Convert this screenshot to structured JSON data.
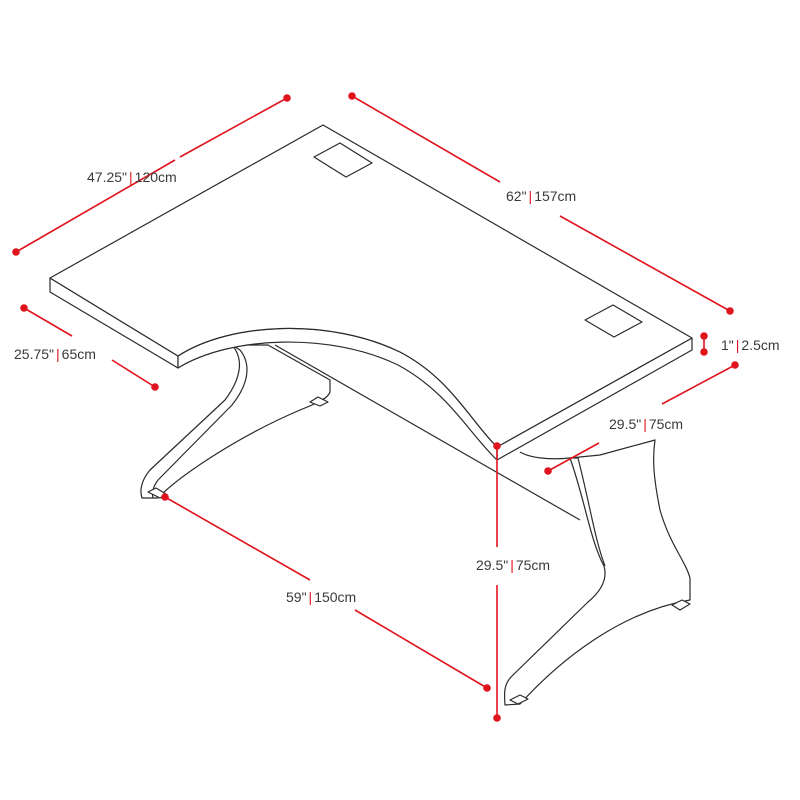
{
  "colors": {
    "dimension": "#e0141e",
    "outline": "#2b2b2b"
  },
  "separator": "|",
  "dimensions": {
    "left_depth": {
      "imperial": "47.25\"",
      "metric": "120cm"
    },
    "width": {
      "imperial": "62\"",
      "metric": "157cm"
    },
    "return_depth": {
      "imperial": "25.75\"",
      "metric": "65cm"
    },
    "thickness": {
      "imperial": "1\"",
      "metric": "2.5cm"
    },
    "leg_depth": {
      "imperial": "29.5\"",
      "metric": "75cm"
    },
    "height": {
      "imperial": "29.5\"",
      "metric": "75cm"
    },
    "leg_span": {
      "imperial": "59\"",
      "metric": "150cm"
    }
  }
}
